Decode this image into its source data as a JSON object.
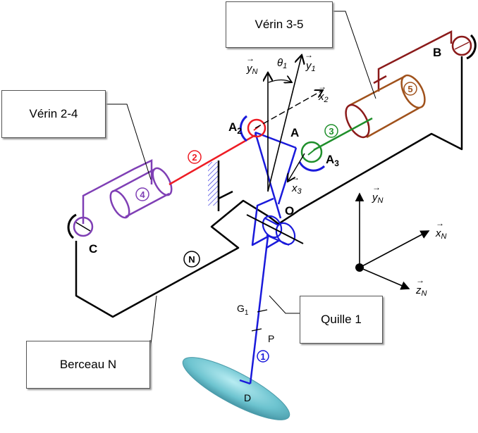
{
  "callouts": {
    "verin35": "Vérin 3-5",
    "verin24": "Vérin 2-4",
    "quille1": "Quille 1",
    "berceau": "Berceau N"
  },
  "points": {
    "B": "B",
    "A2": "A",
    "A2_sub": "2",
    "A": "A",
    "A3": "A",
    "A3_sub": "3",
    "O": "O",
    "C": "C",
    "G1": "G",
    "G1_sub": "1",
    "P": "P",
    "D": "D"
  },
  "parts": {
    "p1": "1",
    "p2": "2",
    "p3": "3",
    "p4": "4",
    "p5": "5",
    "N": "N"
  },
  "vectors": {
    "yN_top": "y",
    "yN_top_sub": "N",
    "theta": "θ",
    "theta_sub": "1",
    "y1": "y",
    "y1_sub": "1",
    "x2": "x",
    "x2_sub": "2",
    "x3": "x",
    "x3_sub": "3",
    "yN_ref": "y",
    "yN_ref_sub": "N",
    "xN_ref": "x",
    "xN_ref_sub": "N",
    "zN_ref": "z",
    "zN_ref_sub": "N",
    "arrow_glyph": "→"
  },
  "colors": {
    "keel": "#1a1adb",
    "verin2": "#ee1c24",
    "verin3": "#1f8f2b",
    "verin4": "#7f3fb5",
    "verin5": "#a0521c",
    "frameB": "#8b1a1a",
    "bulb": "#5fb8c8"
  }
}
